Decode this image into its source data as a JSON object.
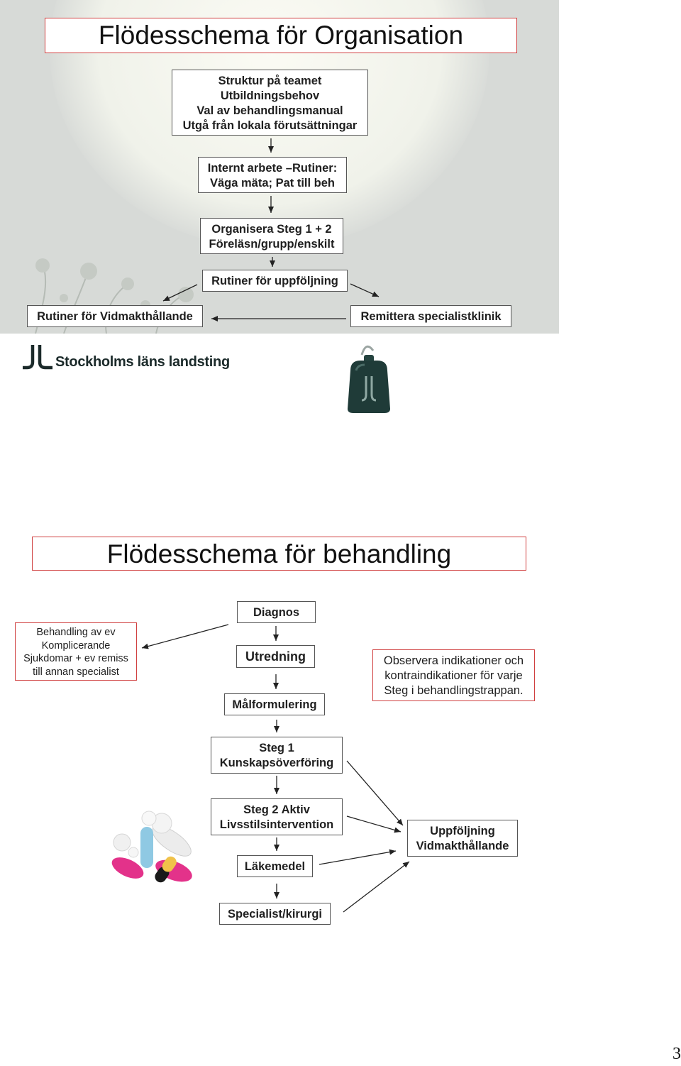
{
  "slide1": {
    "title": "Flödesschema för Organisation",
    "box_struktur": [
      "Struktur på teamet",
      "Utbildningsbehov",
      "Val av behandlingsmanual",
      "Utgå från lokala förutsättningar"
    ],
    "box_internt": [
      "Internt arbete –Rutiner:",
      "Väga mäta; Pat till beh"
    ],
    "box_organisera": [
      "Organisera Steg 1 + 2",
      "Föreläsn/grupp/enskilt"
    ],
    "box_uppfoljning": "Rutiner för uppföljning",
    "box_vidmakthallande": "Rutiner för Vidmakthållande",
    "box_remittera": "Remittera specialistklinik",
    "logo_text": "Stockholms läns landsting"
  },
  "slide2": {
    "title": "Flödesschema för behandling",
    "box_behandling": [
      "Behandling av ev",
      "Komplicerande",
      "Sjukdomar + ev remiss",
      "till annan specialist"
    ],
    "box_diagnos": "Diagnos",
    "box_utredning": "Utredning",
    "box_malformulering": "Målformulering",
    "box_observera": [
      "Observera indikationer och",
      "kontraindikationer för varje",
      "Steg i behandlingstrappan."
    ],
    "box_steg1": [
      "Steg 1",
      "Kunskapsöverföring"
    ],
    "box_steg2": [
      "Steg 2 Aktiv",
      "Livsstilsintervention"
    ],
    "box_uppfoljning": [
      "Uppföljning",
      "Vidmakthållande"
    ],
    "box_lakemedel": "Läkemedel",
    "box_specialist": "Specialist/kirurgi"
  },
  "page_number": "3",
  "colors": {
    "title_border": "#d04040",
    "box_border": "#555555",
    "slide_background": "#d7dad7"
  }
}
